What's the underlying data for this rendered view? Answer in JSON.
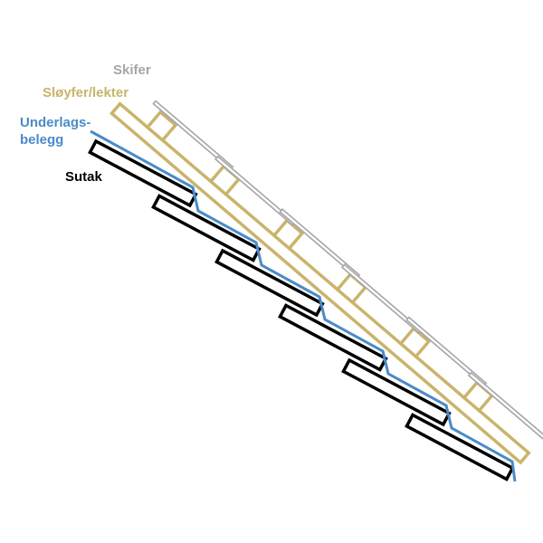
{
  "labels": {
    "skifer": "Skifer",
    "sloyfer": "Sløyfer/lekter",
    "underlag_line1": "Underlags-",
    "underlag_line2": "belegg",
    "sutak": "Sutak"
  },
  "colors": {
    "skifer": "#a6a6a6",
    "sloyfer": "#c9b46c",
    "underlag": "#4a8bc9",
    "sutak": "#000000"
  },
  "counts": {
    "sutak_boards": 6,
    "lekter": 6,
    "skifer_plates": 6
  }
}
